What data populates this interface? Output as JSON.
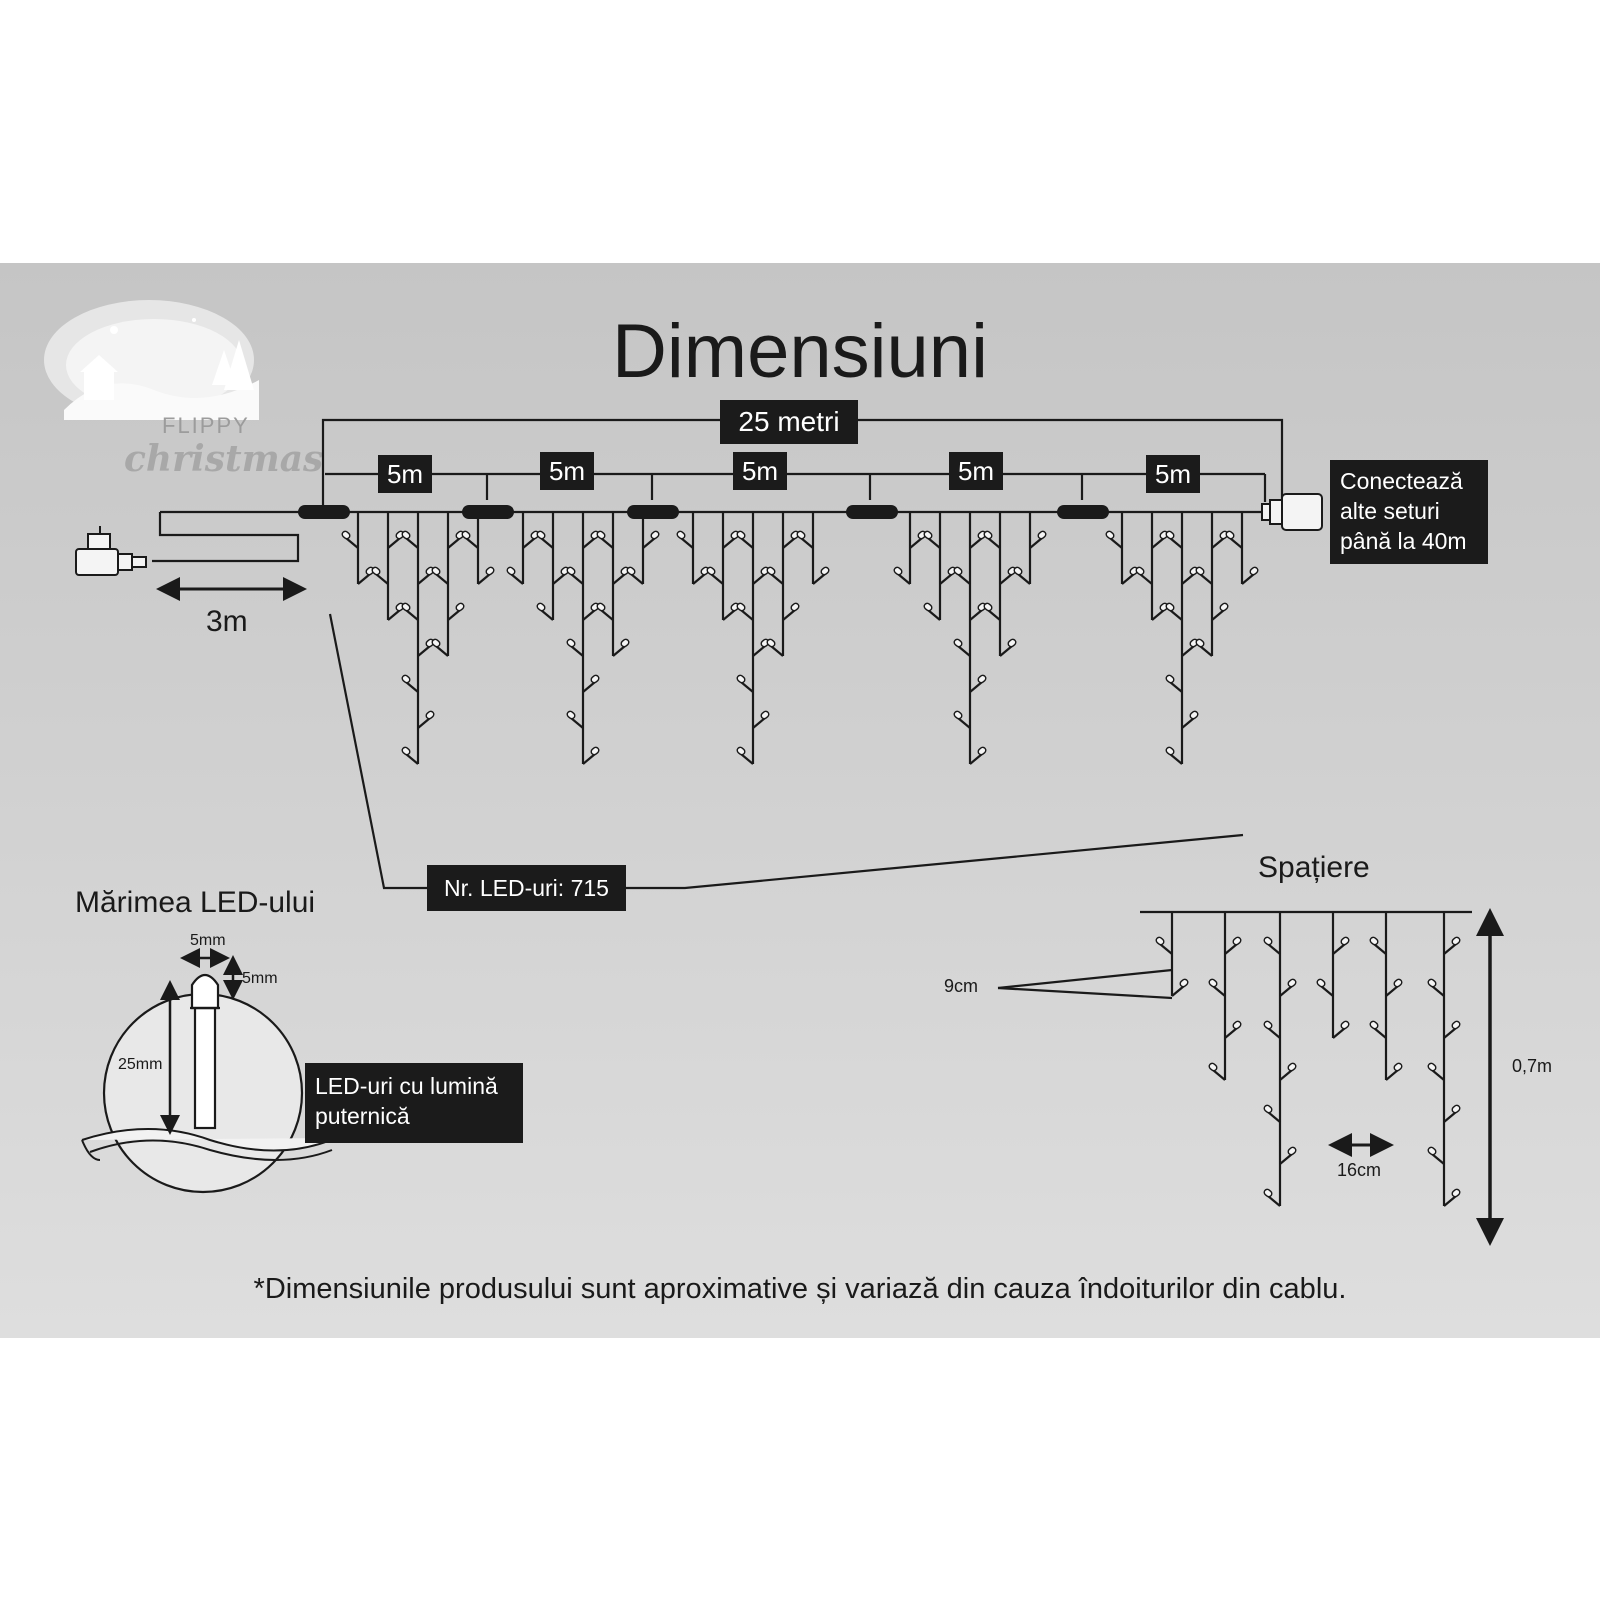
{
  "title": "Dimensiuni",
  "logo": {
    "line1": "FLIPPY",
    "line2": "christmas"
  },
  "dimensions": {
    "total_length": "25 metri",
    "segment_labels": [
      "5m",
      "5m",
      "5m",
      "5m",
      "5m"
    ],
    "lead_cable": "3m"
  },
  "connect_note": {
    "line1": "Conectează",
    "line2": "alte seturi",
    "line3": "până la 40m"
  },
  "led_count": "Nr. LED-uri: 715",
  "led_size": {
    "heading": "Mărimea LED-ului",
    "width": "5mm",
    "height": "5mm",
    "length": "25mm",
    "note_line1": "LED-uri cu lumină",
    "note_line2": "puternică"
  },
  "spacing": {
    "heading": "Spațiere",
    "vertical": "9cm",
    "horizontal": "16cm",
    "drop": "0,7m"
  },
  "footnote": "*Dimensiunile produsului sunt aproximative și variază din cauza îndoiturilor din cablu.",
  "colors": {
    "panel": "#cbcbcb",
    "ink": "#1a1a1a",
    "label_box": "#1b1b1b",
    "label_text": "#ffffff"
  }
}
